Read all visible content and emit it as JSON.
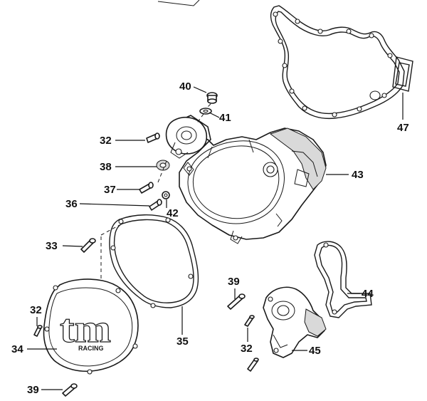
{
  "callouts": {
    "c40": "40",
    "c41": "41",
    "c32a": "32",
    "c38": "38",
    "c37": "37",
    "c36": "36",
    "c42": "42",
    "c33": "33",
    "c32b": "32",
    "c34": "34",
    "c39a": "39",
    "c35": "35",
    "c39b": "39",
    "c32c": "32",
    "c43": "43",
    "c44": "44",
    "c45": "45",
    "c47": "47"
  },
  "logo": {
    "mark": "tm",
    "sub": "RACING"
  }
}
